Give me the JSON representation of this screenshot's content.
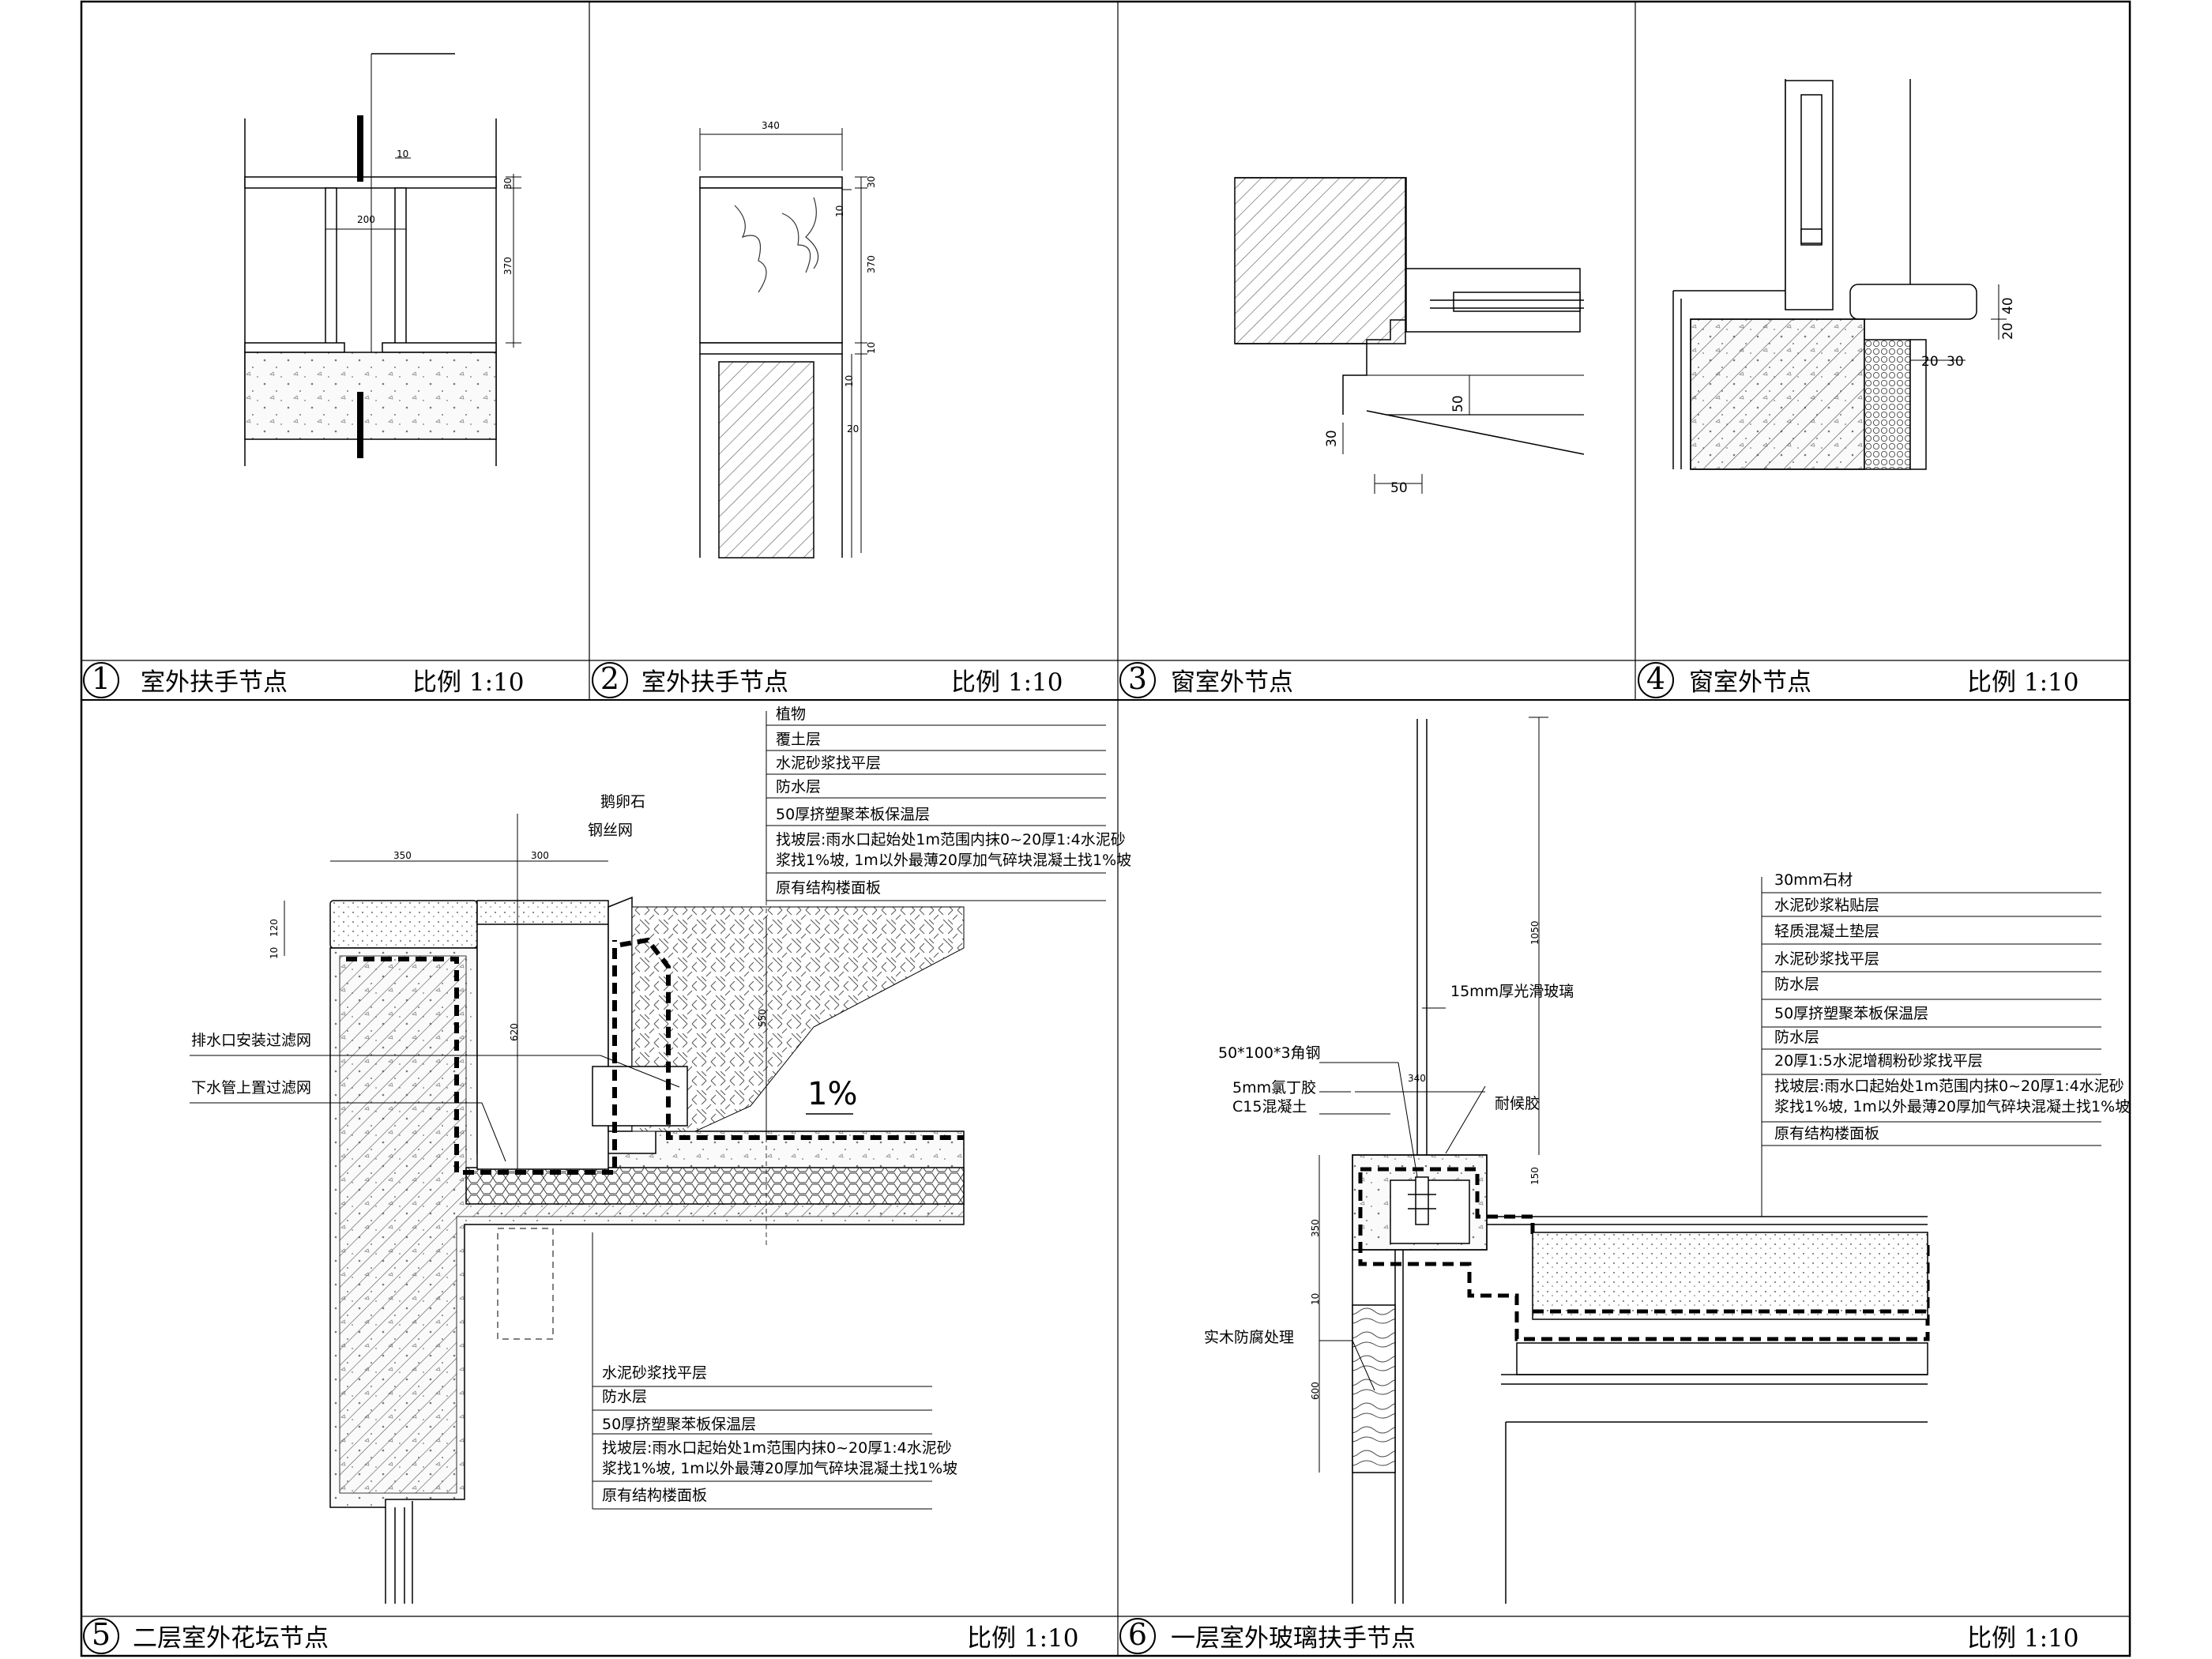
{
  "panels": [
    {
      "num": "1",
      "title": "室外扶手节点",
      "scale": "比例  1:10"
    },
    {
      "num": "2",
      "title": "室外扶手节点",
      "scale": "比例  1:10"
    },
    {
      "num": "3",
      "title": "窗室外节点",
      "scale": ""
    },
    {
      "num": "4",
      "title": "窗室外节点",
      "scale": "比例  1:10"
    },
    {
      "num": "5",
      "title": "二层室外花坛节点",
      "scale": "比例  1:10"
    },
    {
      "num": "6",
      "title": "一层室外玻璃扶手节点",
      "scale": "比例  1:10"
    }
  ],
  "p1": {
    "dims": [
      "10",
      "30",
      "200",
      "370"
    ]
  },
  "p2": {
    "dims": [
      "340",
      "30",
      "10",
      "370",
      "10",
      "10",
      "20"
    ]
  },
  "p3": {
    "dims": [
      "50",
      "30",
      "50"
    ]
  },
  "p4": {
    "dims": [
      "40",
      "20",
      "20",
      "30"
    ]
  },
  "p5": {
    "layers_top": [
      "植物",
      "覆土层",
      "水泥砂浆找平层",
      "防水层",
      "50厚挤塑聚苯板保温层",
      "找坡层:雨水口起始处1m范围内抹0~20厚1:4水泥砂",
      "浆找1%坡, 1m以外最薄20厚加气碎块混凝土找1%坡",
      "原有结构楼面板"
    ],
    "pebble": "鹅卵石",
    "mesh": "钢丝网",
    "drain1": "排水口安装过滤网",
    "drain2": "下水管上置过滤网",
    "slope": "1%",
    "layers_bottom": [
      "水泥砂浆找平层",
      "防水层",
      "50厚挤塑聚苯板保温层",
      "找坡层:雨水口起始处1m范围内抹0~20厚1:4水泥砂",
      "浆找1%坡, 1m以外最薄20厚加气碎块混凝土找1%坡",
      "原有结构楼面板"
    ],
    "dims": [
      "350",
      "300",
      "120",
      "10",
      "620",
      "550"
    ]
  },
  "p6": {
    "layers": [
      "30mm石材",
      "水泥砂浆粘贴层",
      "轻质混凝土垫层",
      "水泥砂浆找平层",
      "防水层",
      "50厚挤塑聚苯板保温层",
      "防水层",
      "20厚1:5水泥增稠粉砂浆找平层",
      "找坡层:雨水口起始处1m范围内抹0~20厚1:4水泥砂",
      "浆找1%坡, 1m以外最薄20厚加气碎块混凝土找1%坡",
      "原有结构楼面板"
    ],
    "glass": "15mm厚光滑玻璃",
    "angle": "50*100*3角钢",
    "neoprene": "5mm氯丁胶",
    "concrete": "C15混凝土",
    "sealant": "耐候胶",
    "wood": "实木防腐处理",
    "dims": [
      "1050",
      "340",
      "150",
      "350",
      "10",
      "600"
    ]
  }
}
